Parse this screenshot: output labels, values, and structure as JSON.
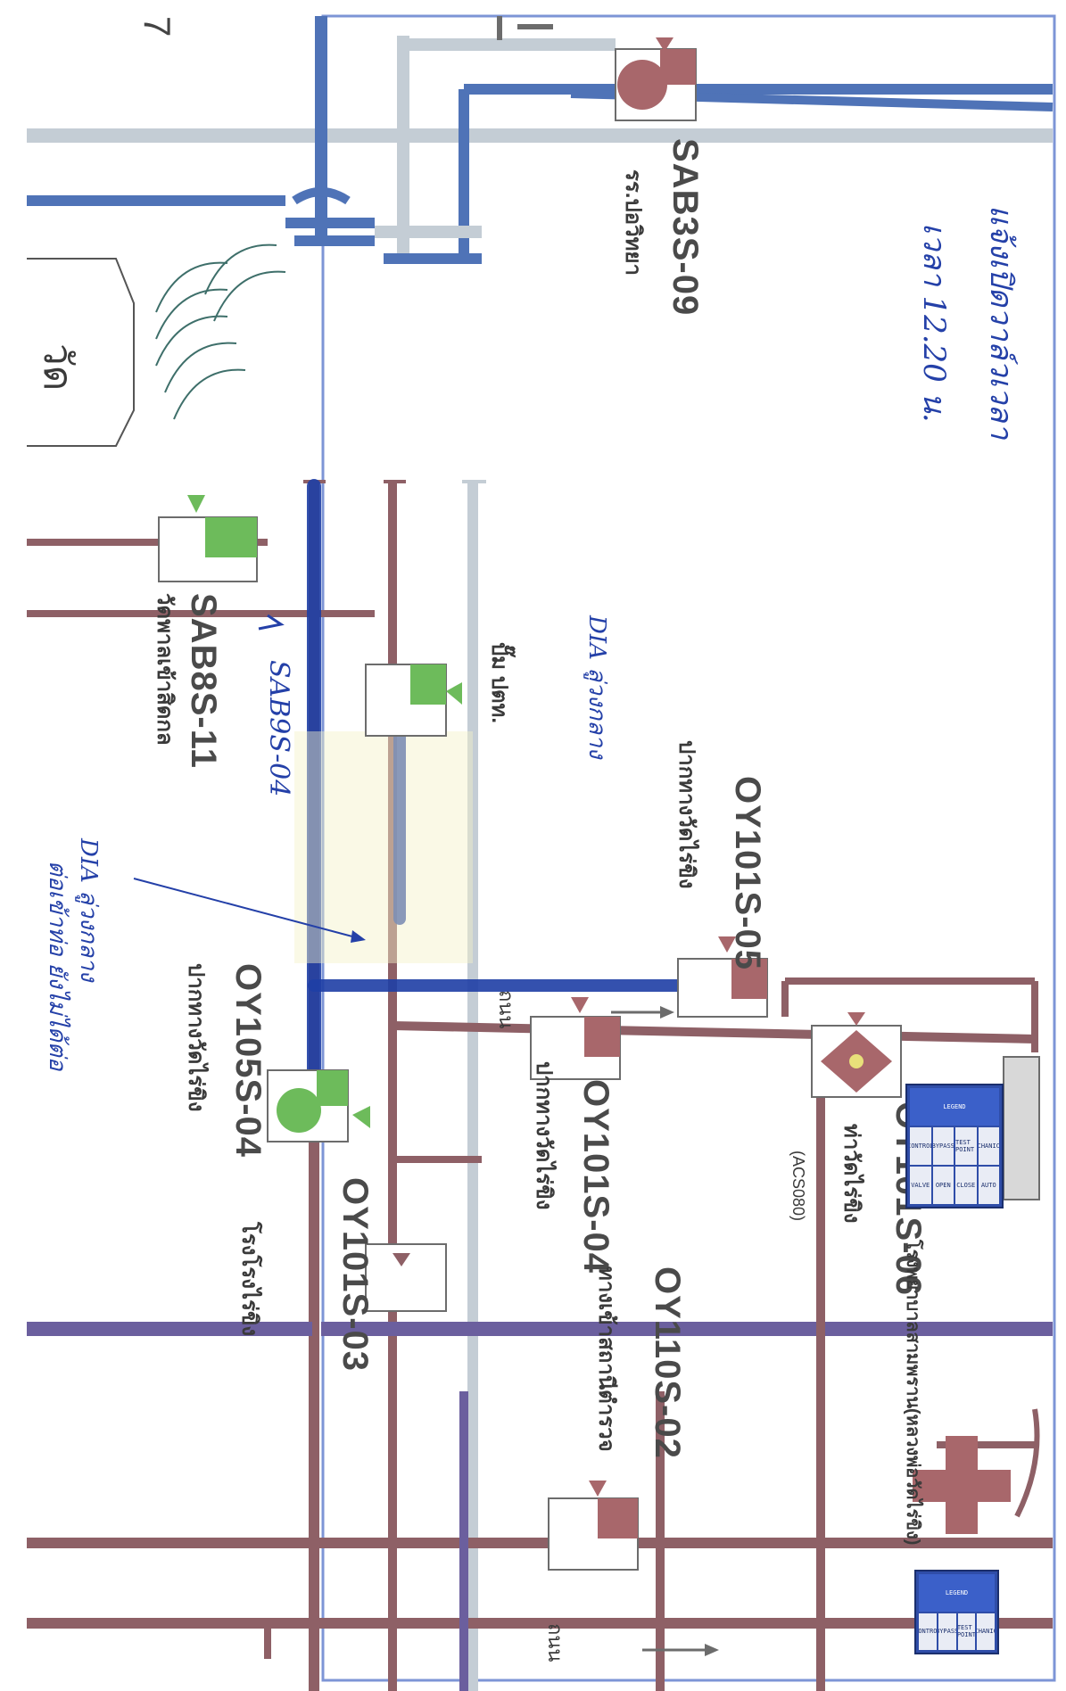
{
  "page_number": "7",
  "handwritten_note": {
    "line1": "แจ้งเปิดวาล์วเวลา",
    "line2": "เวลา 12.20 น."
  },
  "valves": [
    {
      "code": "SAB3S-09",
      "name": "รร.ปอวิทยา"
    },
    {
      "code": "SAB8S-11",
      "name": "วัดพาลเข้าสิดกล"
    },
    {
      "code": "OY101S-05",
      "name": "ปากทางวัดไร่ขิง"
    },
    {
      "code": "OY105S-04",
      "name": "ปากทางวัดไร่ขิง"
    },
    {
      "code": "OY101S-04",
      "name": "ปากทางวัดไร่ขิง"
    },
    {
      "code": "OY101S-06",
      "name": "ท่าวัดไร่ขิง",
      "sub": "(ACS080)"
    },
    {
      "code": "OY101S-03",
      "name": "โรงโรงไร่ขิง"
    },
    {
      "code": "OY110S-02",
      "name": "ทางเข้าสถานีตำรวจ"
    }
  ],
  "labels": {
    "pump_station": "ปั๊ม ปตท.",
    "road_top": "ถนน",
    "road_bottom": "ถนน",
    "temple": "วัด",
    "hospital": "โรงพยาบาลสามพราน(หลวงพ่อวัดไร่ขิง)"
  },
  "annotations": {
    "valve_tag": "SAB9S-04",
    "dia_label_upper": "DIA ลู่วงกลาง",
    "dia_label_lower": "DIA ลู่วงกลาง",
    "dia_note": "ต่อเข้าท่อ ยังไม่ได้ต่อ"
  },
  "legend_panel": {
    "title": "LEGEND",
    "cells": [
      "CONTROL",
      "BYPASS",
      "TEST POINT",
      "MECHANICAL",
      "VALVE",
      "OPEN",
      "CLOSE",
      "AUTO"
    ]
  },
  "legend_panel_small": {
    "title": "LEGEND",
    "cells": [
      "CONTROL",
      "BYPASS",
      "TEST POINT",
      "MECHANICAL"
    ]
  },
  "colors": {
    "main_blue": "#4f73b7",
    "light_grey": "#c4cdd5",
    "brown": "#8e6066",
    "purple": "#6b5f9e",
    "valve_green": "#6dbb5b",
    "valve_brown": "#a8676b",
    "marker_blue": "#1f3fa6",
    "pen_blue": "#2440a8"
  }
}
